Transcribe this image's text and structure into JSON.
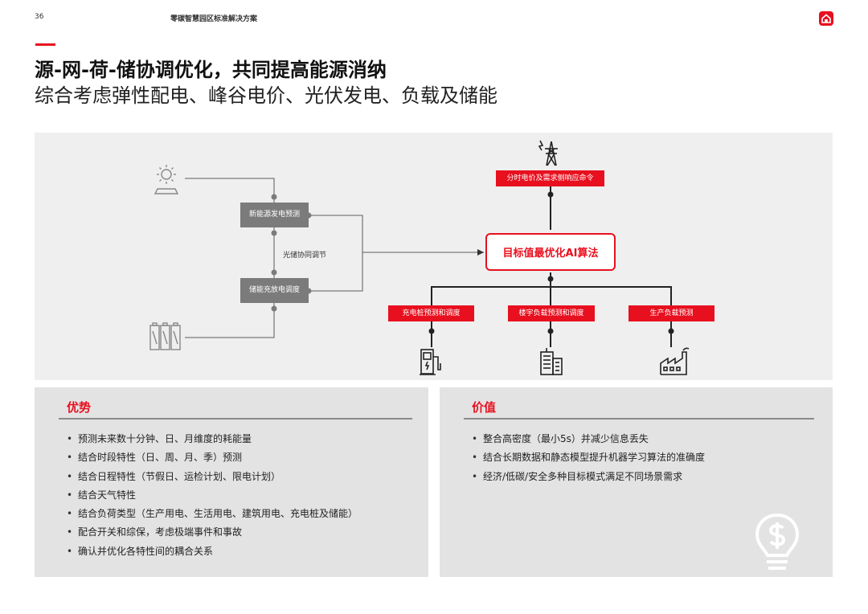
{
  "header": {
    "page_number": "36",
    "doc_title": "零碳智慧园区标准解决方案"
  },
  "title": "源-网-荷-储协调优化，共同提高能源消纳",
  "subtitle": "综合考虑弹性配电、峰谷电价、光伏发电、负载及储能",
  "diagram": {
    "forecast_box": "新能源发电预测",
    "storage_box": "储能充放电调度",
    "coordination_label": "光储协同调节",
    "grid_box": "分时电价及需求侧响应命令",
    "ai_box": "目标值最优化AI算法",
    "outputs": [
      "充电桩预测和调度",
      "楼宇负载预测和调度",
      "生产负载预测"
    ],
    "icons": [
      "solar-sun-icon",
      "battery-icon",
      "power-tower-icon",
      "charger-icon",
      "building-icon",
      "factory-icon"
    ]
  },
  "advantages": {
    "title": "优势",
    "items": [
      "预测未来数十分钟、日、月维度的耗能量",
      "结合时段特性（日、周、月、季）预测",
      "结合日程特性（节假日、运检计划、限电计划）",
      "结合天气特性",
      "结合负荷类型（生产用电、生活用电、建筑用电、充电桩及储能）",
      "配合开关和综保，考虑极端事件和事故",
      "确认并优化各特性间的耦合关系"
    ]
  },
  "value": {
    "title": "价值",
    "items": [
      "整合高密度（最小5s）并减少信息丢失",
      "结合长期数据和静态模型提升机器学习算法的准确度",
      "经济/低碳/安全多种目标模式满足不同场景需求"
    ]
  },
  "colors": {
    "accent": "#e8101f",
    "panel": "#e3e3e3",
    "diagram_bg": "#efefef",
    "gray_box": "#7b7b7b"
  }
}
